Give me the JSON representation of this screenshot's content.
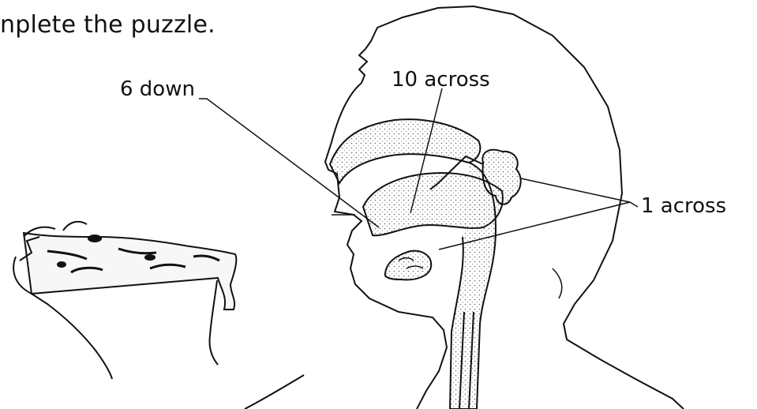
{
  "instruction": "nplete the puzzle.",
  "labels": {
    "six_down": "6 down",
    "ten_across": "10 across",
    "one_across": "1 across"
  }
}
